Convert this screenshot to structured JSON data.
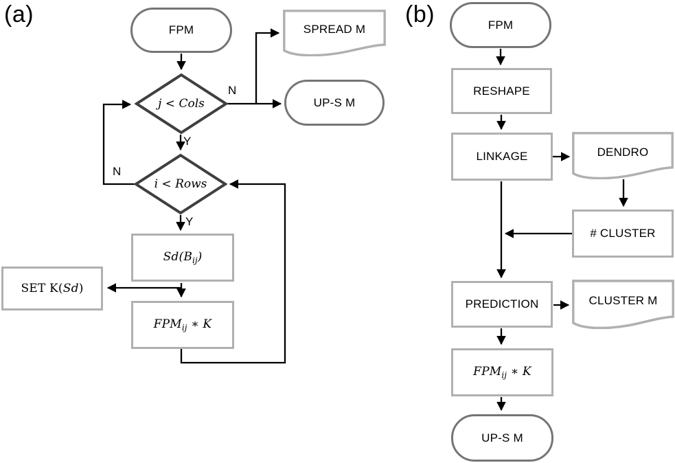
{
  "colors": {
    "terminal_border": "#757575",
    "process_border": "#b0b0b0",
    "document_border": "#b0b0b0",
    "decision_border": "#3f3f3f",
    "connector": "#000000",
    "text": "#000000",
    "background": "#ffffff"
  },
  "panel_a": {
    "label": "(a)",
    "fpm": "FPM",
    "spread_m": "SPREAD M",
    "up_s_m": "UP-S M",
    "j_cols": "j < Cols",
    "i_rows": "i < Rows",
    "sd": {
      "pre": "Sd(B",
      "sub": "ij",
      "post": ")"
    },
    "set_k": {
      "pre": "SET K(",
      "var": "Sd",
      "post": ")"
    },
    "fpm_k": {
      "pre": "FPM",
      "sub": "ij",
      "post": " ∗ K"
    },
    "n_cols": "N",
    "y_cols": "Y",
    "n_rows": "N",
    "y_rows": "Y"
  },
  "panel_b": {
    "label": "(b)",
    "fpm": "FPM",
    "reshape": "RESHAPE",
    "linkage": "LINKAGE",
    "dendro": "DENDRO",
    "n_cluster": "# CLUSTER",
    "prediction": "PREDICTION",
    "cluster_m": "CLUSTER M",
    "fpm_k": {
      "pre": "FPM",
      "sub": "ij",
      "post": " ∗ K"
    },
    "up_s_m": "UP-S M"
  }
}
